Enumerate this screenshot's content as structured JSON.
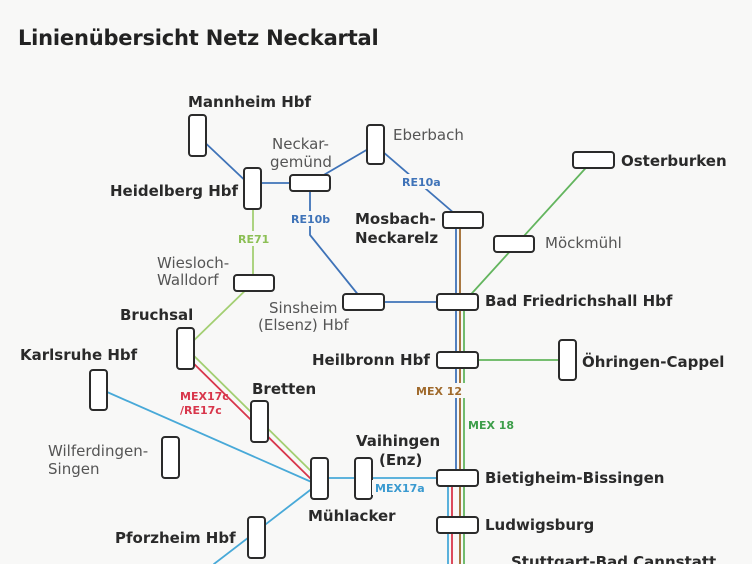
{
  "title": "Linienübersicht Netz Neckartal",
  "colors": {
    "blue": "#3f73b8",
    "green": "#63b55e",
    "lightgreen": "#a3cf72",
    "red": "#d8364b",
    "brown": "#a06a2c",
    "lightblue": "#48a9d8",
    "stationfill": "#ffffff",
    "stationstroke": "#2b2b2b"
  },
  "stations": {
    "mannheim": "Mannheim Hbf",
    "heidelberg": "Heidelberg Hbf",
    "neckargemuend_1": "Neckar-",
    "neckargemuend_2": "gemünd",
    "eberbach": "Eberbach",
    "osterburken": "Osterburken",
    "mosbach_1": "Mosbach-",
    "mosbach_2": "Neckarelz",
    "moeckmuehl": "Möckmühl",
    "wiesloch_1": "Wiesloch-",
    "wiesloch_2": "Walldorf",
    "sinsheim_1": "Sinsheim",
    "sinsheim_2": "(Elsenz) Hbf",
    "bad_friedrichshall": "Bad Friedrichshall Hbf",
    "bruchsal": "Bruchsal",
    "karlsruhe": "Karlsruhe Hbf",
    "heilbronn": "Heilbronn Hbf",
    "oehringen": "Öhringen-Cappel",
    "bretten": "Bretten",
    "wilferdingen_1": "Wilferdingen-",
    "wilferdingen_2": "Singen",
    "vaihingen_1": "Vaihingen",
    "vaihingen_2": "(Enz)",
    "bietigheim": "Bietigheim-Bissingen",
    "muehlacker": "Mühlacker",
    "pforzheim": "Pforzheim Hbf",
    "ludwigsburg": "Ludwigsburg",
    "stuttgart": "Stuttgart-Bad Cannstatt"
  },
  "lines": {
    "re71": "RE71",
    "re10a": "RE10a",
    "re10b": "RE10b",
    "mex17c_1": "MEX17c",
    "mex17c_2": "/RE17c",
    "mex12": "MEX 12",
    "mex18": "MEX 18",
    "mex17a": "MEX17a"
  }
}
